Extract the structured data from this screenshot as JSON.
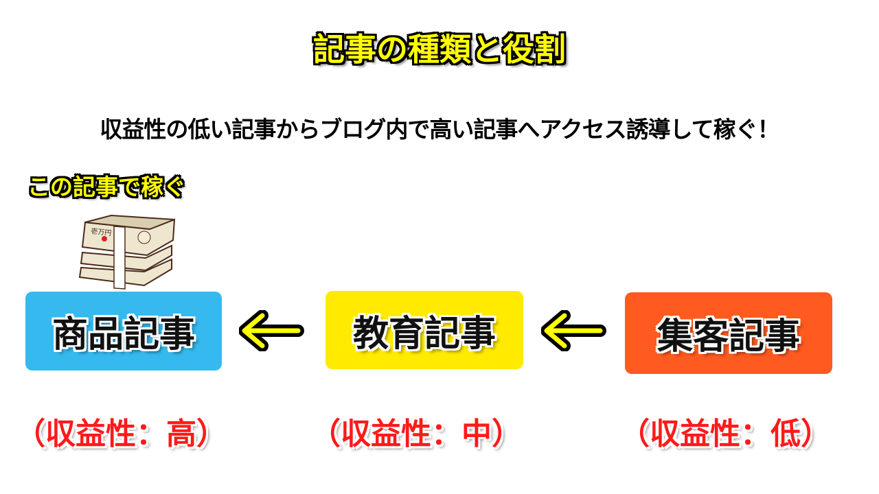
{
  "title": "記事の種類と役割",
  "subtitle": "収益性の低い記事からブログ内で高い記事へアクセス誘導して稼ぐ！",
  "earn_label": "この記事で稼ぐ",
  "money_illustration": {
    "icon": "money-stack-icon",
    "text": "壱万円"
  },
  "boxes": [
    {
      "label": "商品記事",
      "color": "#35b9ee",
      "revenue": "（収益性：高）"
    },
    {
      "label": "教育記事",
      "color": "#ffea00",
      "revenue": "（収益性：中）"
    },
    {
      "label": "集客記事",
      "color": "#ff5a1f",
      "revenue": "（収益性：低）"
    }
  ],
  "arrow_color": "#ffff00",
  "revenue_color": "#ff1a1a"
}
